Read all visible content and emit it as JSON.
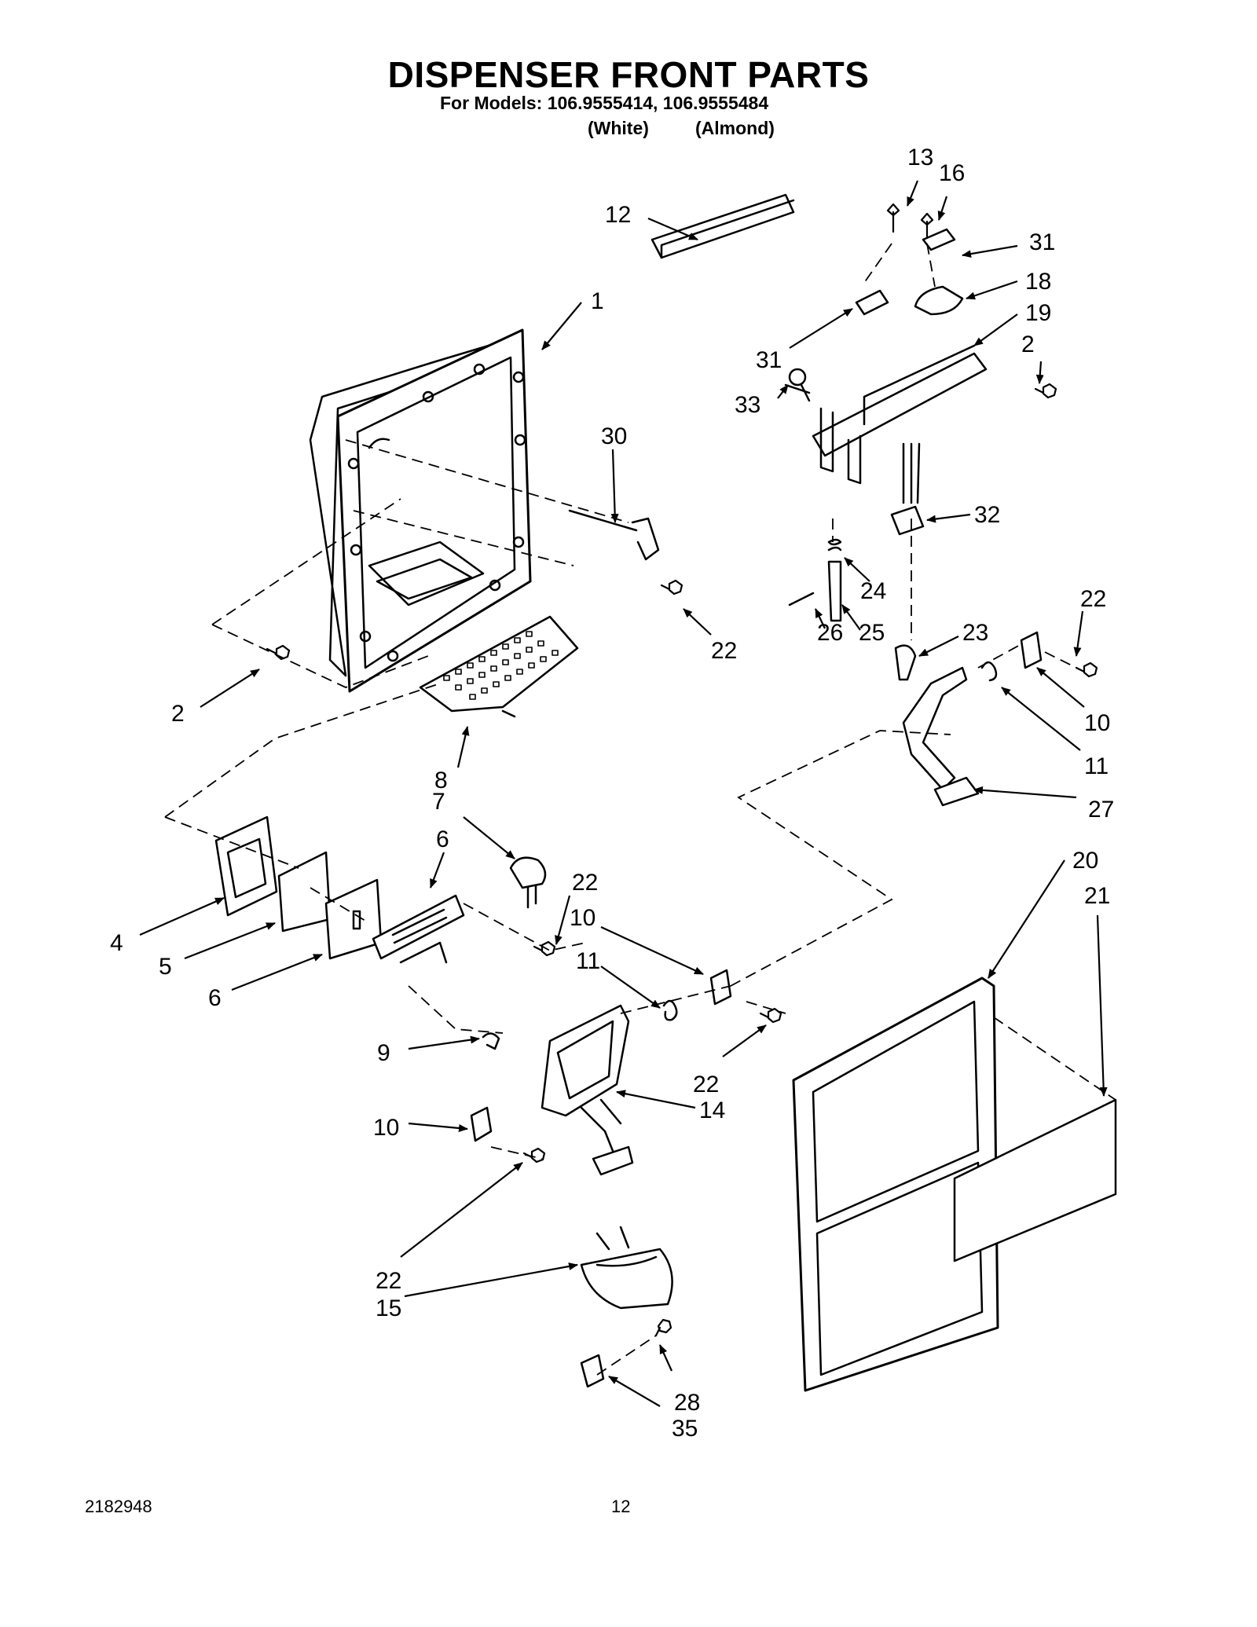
{
  "header": {
    "title": "DISPENSER FRONT PARTS",
    "models_line": "For Models: 106.9555414, 106.9555484",
    "variant_1": "(White)",
    "variant_2": "(Almond)"
  },
  "callouts": {
    "c1": "1",
    "c2a": "2",
    "c2b": "2",
    "c4": "4",
    "c5": "5",
    "c6a": "6",
    "c6b": "6",
    "c7": "7",
    "c8": "8",
    "c9": "9",
    "c10a": "10",
    "c10b": "10",
    "c10c": "10",
    "c11a": "11",
    "c11b": "11",
    "c12": "12",
    "c13": "13",
    "c14": "14",
    "c15": "15",
    "c16": "16",
    "c18": "18",
    "c19": "19",
    "c20": "20",
    "c21": "21",
    "c22a": "22",
    "c22b": "22",
    "c22c": "22",
    "c22d": "22",
    "c22e": "22",
    "c23": "23",
    "c24": "24",
    "c25": "25",
    "c26": "26",
    "c27": "27",
    "c28": "28",
    "c30": "30",
    "c31a": "31",
    "c31b": "31",
    "c32": "32",
    "c33": "33",
    "c35": "35"
  },
  "footer": {
    "doc_number": "2182948",
    "page_number": "12"
  }
}
